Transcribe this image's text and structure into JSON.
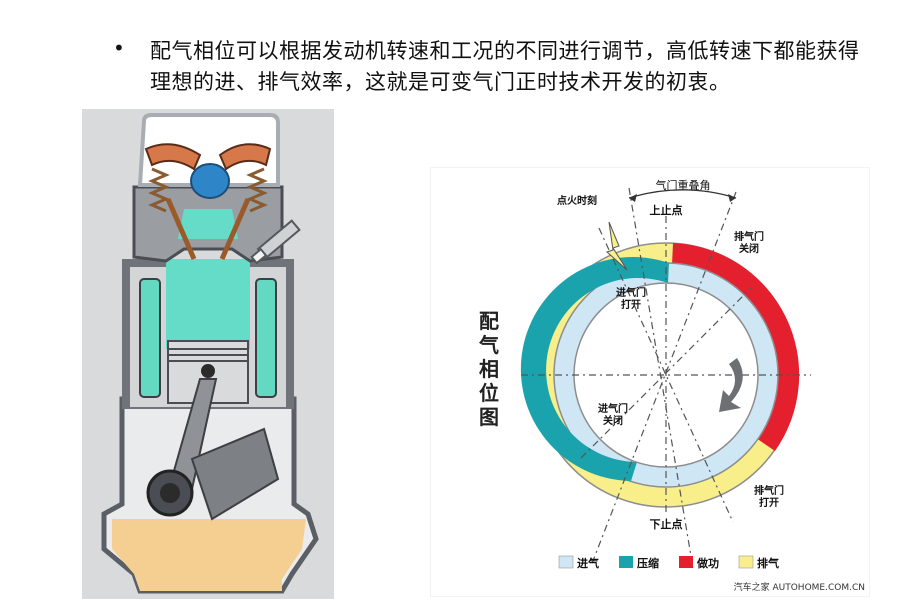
{
  "slide": {
    "bullet_symbol": "•",
    "text": "配气相位可以根据发动机转速和工况的不同进行调节，高低转速下都能获得理想的进、排气效率，这就是可变气门正时技术开发的初衷。"
  },
  "diagram": {
    "vertical_title": [
      "配",
      "气",
      "相",
      "位",
      "图"
    ],
    "labels": {
      "overlap": "气门重叠角",
      "ignition": "点火时刻",
      "tdc": "上止点",
      "bdc": "下止点",
      "exhaust_close": [
        "排气门",
        "关闭"
      ],
      "intake_open": [
        "进气门",
        "打开"
      ],
      "intake_close": [
        "进气门",
        "关闭"
      ],
      "exhaust_open": [
        "排气门",
        "打开"
      ]
    },
    "legend": [
      {
        "label": "进气",
        "color": "#cfe6f5"
      },
      {
        "label": "压缩",
        "color": "#1aa3ad"
      },
      {
        "label": "做功",
        "color": "#e5202e"
      },
      {
        "label": "排气",
        "color": "#f8ef8a"
      }
    ],
    "watermark": "汽车之家 AUTOHOME.COM.CN"
  }
}
